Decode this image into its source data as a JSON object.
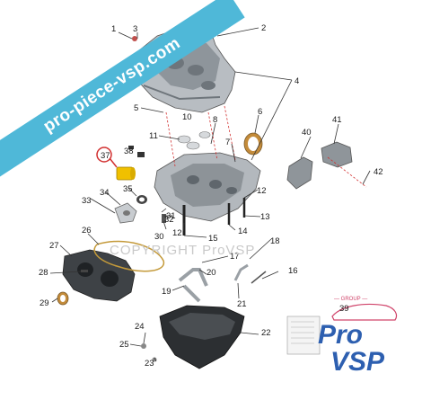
{
  "watermark": {
    "site": "pro-piece-vsp.com",
    "copyright": "COPYRIGHT ProVSP"
  },
  "logo": {
    "line1": "Pro",
    "line2": "VSP",
    "tagline": "— GROUP —"
  },
  "callouts": [
    {
      "id": "c1",
      "label": "1"
    },
    {
      "id": "c2",
      "label": "2"
    },
    {
      "id": "c3",
      "label": "3"
    },
    {
      "id": "c4",
      "label": "4"
    },
    {
      "id": "c5",
      "label": "5"
    },
    {
      "id": "c6",
      "label": "6"
    },
    {
      "id": "c7",
      "label": "7"
    },
    {
      "id": "c8",
      "label": "8"
    },
    {
      "id": "c10",
      "label": "10"
    },
    {
      "id": "c11",
      "label": "11"
    },
    {
      "id": "c12a",
      "label": "12"
    },
    {
      "id": "c12b",
      "label": "12"
    },
    {
      "id": "c13",
      "label": "13"
    },
    {
      "id": "c14",
      "label": "14"
    },
    {
      "id": "c15",
      "label": "15"
    },
    {
      "id": "c16",
      "label": "16"
    },
    {
      "id": "c17",
      "label": "17"
    },
    {
      "id": "c18",
      "label": "18"
    },
    {
      "id": "c19",
      "label": "19"
    },
    {
      "id": "c20",
      "label": "20"
    },
    {
      "id": "c21",
      "label": "21"
    },
    {
      "id": "c22",
      "label": "22"
    },
    {
      "id": "c23",
      "label": "23"
    },
    {
      "id": "c24",
      "label": "24"
    },
    {
      "id": "c25",
      "label": "25"
    },
    {
      "id": "c26",
      "label": "26"
    },
    {
      "id": "c27",
      "label": "27"
    },
    {
      "id": "c28",
      "label": "28"
    },
    {
      "id": "c29",
      "label": "29"
    },
    {
      "id": "c30",
      "label": "30"
    },
    {
      "id": "c31",
      "label": "31"
    },
    {
      "id": "c32",
      "label": "32"
    },
    {
      "id": "c33",
      "label": "33"
    },
    {
      "id": "c34",
      "label": "34"
    },
    {
      "id": "c35",
      "label": "35"
    },
    {
      "id": "c37",
      "label": "37"
    },
    {
      "id": "c38",
      "label": "38"
    },
    {
      "id": "c39",
      "label": "39"
    },
    {
      "id": "c40",
      "label": "40"
    },
    {
      "id": "c41",
      "label": "41"
    },
    {
      "id": "c42",
      "label": "42"
    }
  ],
  "colors": {
    "banner": "#4fb8d8",
    "logo": "#2d5fb0",
    "highlight": "#f0c000",
    "guide": "#d23030"
  }
}
